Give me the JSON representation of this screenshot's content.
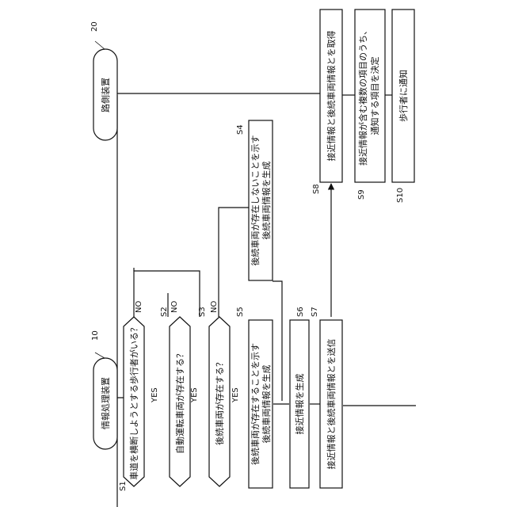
{
  "terminals": {
    "info_device": {
      "text": "情報処理装置",
      "ref": "10"
    },
    "road_device": {
      "text": "路側装置",
      "ref": "20"
    }
  },
  "decisions": {
    "s1": {
      "id": "S1",
      "text": "車道を横断しようとする歩行者がいる？"
    },
    "s2": {
      "id": "S2",
      "text": "自動運転車両が存在する？"
    },
    "s3": {
      "id": "S3",
      "text": "後続車両が存在する？"
    }
  },
  "branch_labels": {
    "yes": "YES",
    "no": "NO"
  },
  "processes": {
    "s4": {
      "id": "S4",
      "lines": [
        "後続車両が存在しないことを示す",
        "後続車両情報を生成"
      ]
    },
    "s5": {
      "id": "S5",
      "lines": [
        "後続車両が存在することを示す",
        "後続車両情報を生成"
      ]
    },
    "s6": {
      "id": "S6",
      "text": "接近情報を生成"
    },
    "s7": {
      "id": "S7",
      "text": "接近情報と後続車両情報とを送信"
    },
    "s8": {
      "id": "S8",
      "text": "接近情報と後続車両情報とを取得"
    },
    "s9": {
      "id": "S9",
      "lines": [
        "接近情報が含む複数の項目のうち、",
        "通知する項目を決定"
      ]
    },
    "s10": {
      "id": "S10",
      "text": "歩行者に通知"
    }
  }
}
